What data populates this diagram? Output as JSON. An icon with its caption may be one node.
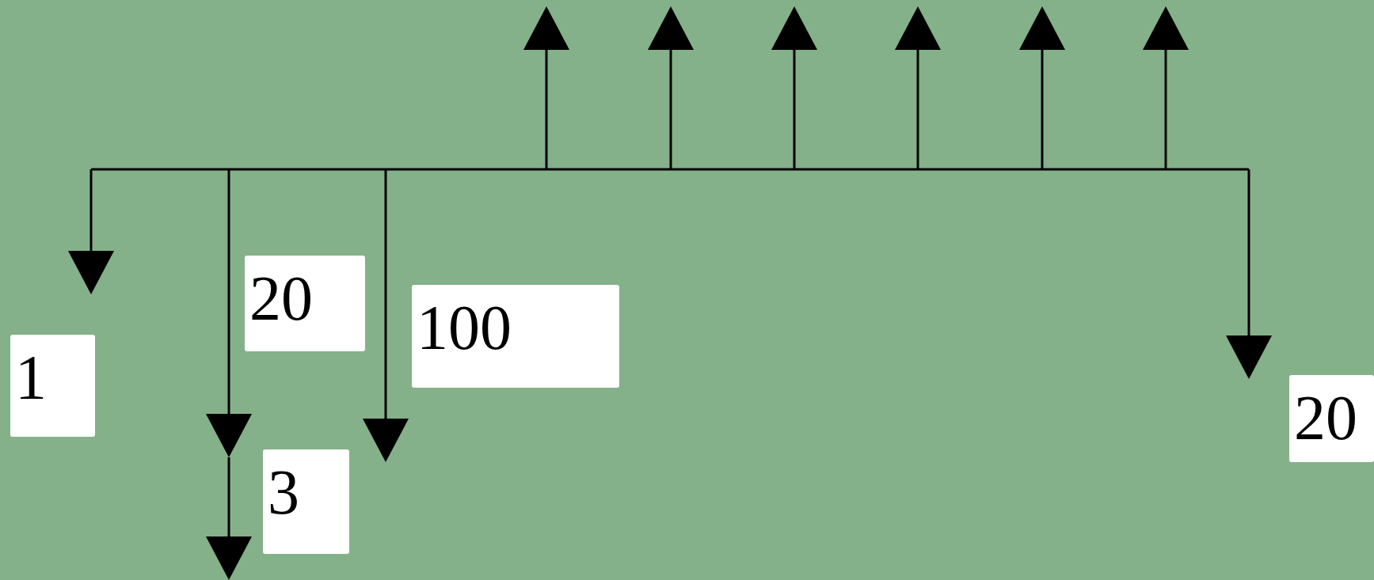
{
  "diagram": {
    "nodes": [
      {
        "text": [
          "20"
        ]
      },
      {
        "text": [
          "100"
        ]
      },
      {
        "text": [
          "1"
        ]
      },
      {
        "text": [
          "20"
        ]
      },
      {
        "text": [
          "3"
        ]
      }
    ]
  }
}
